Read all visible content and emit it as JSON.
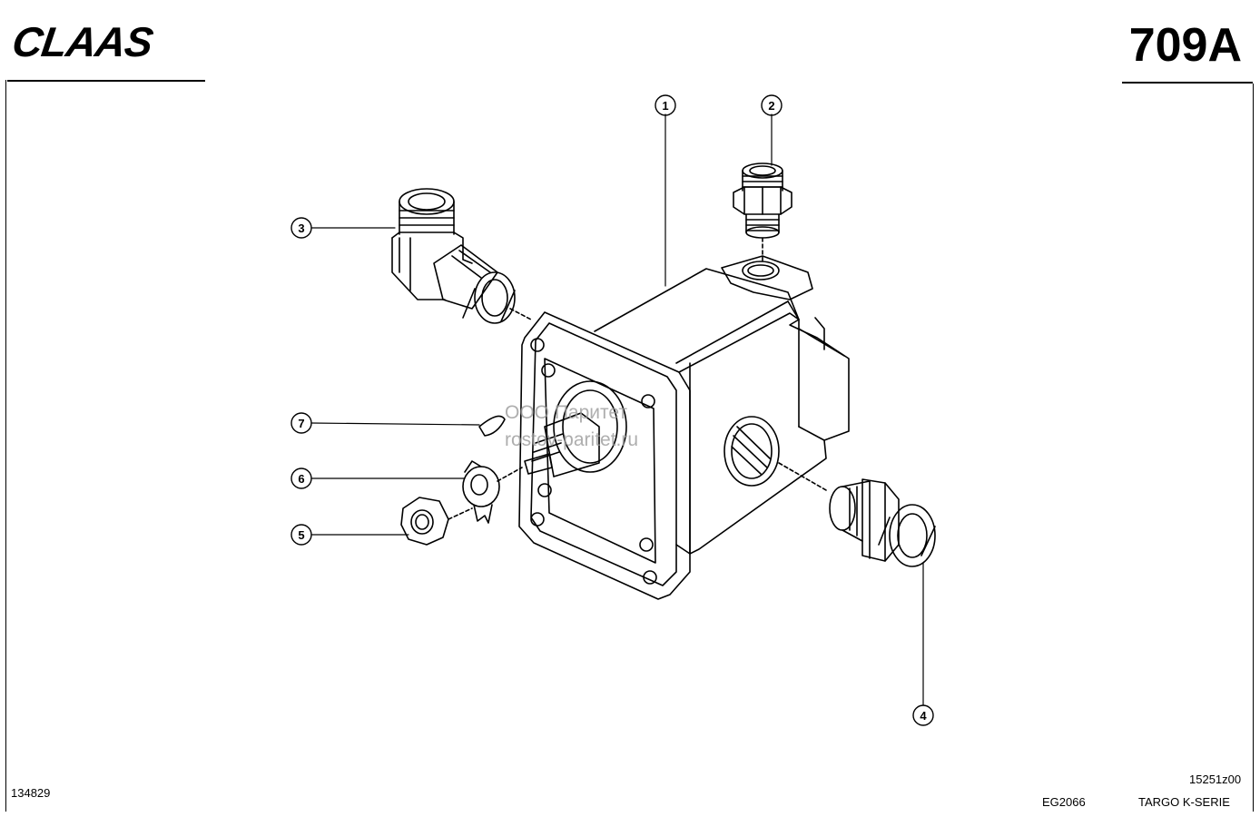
{
  "header": {
    "brand": "CLAAS",
    "page_number": "709A"
  },
  "callouts": [
    "1",
    "2",
    "3",
    "4",
    "5",
    "6",
    "7"
  ],
  "watermark": {
    "line1": "ООО Паритет",
    "line2": "rostov-paritet.ru"
  },
  "footer": {
    "left_code": "134829",
    "drawing_code": "15251z00",
    "model_code": "EG2066",
    "series": "TARGO K-SERIE"
  }
}
